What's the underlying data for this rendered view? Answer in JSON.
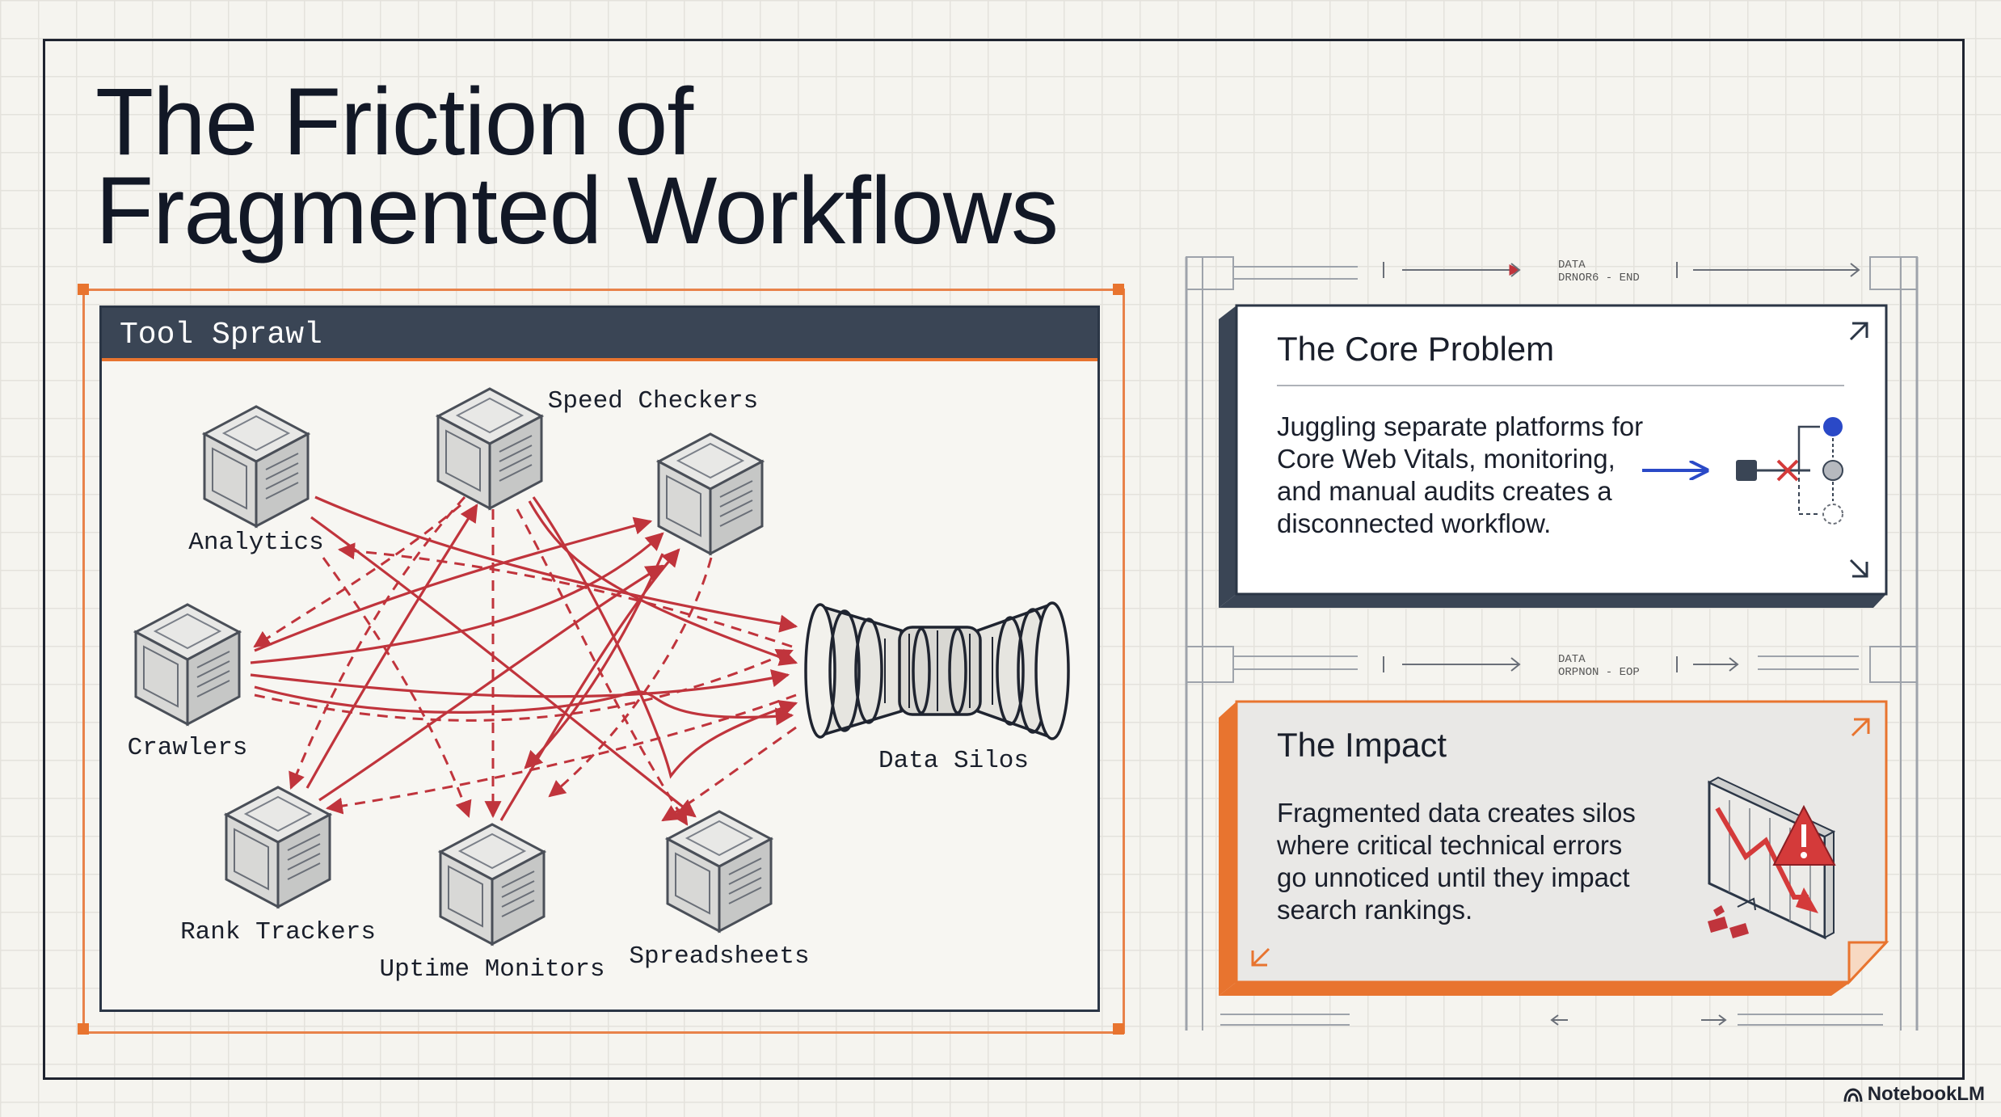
{
  "title": {
    "line1": "The Friction of",
    "line2": "Fragmented Workflows"
  },
  "tool_sprawl": {
    "header": "Tool Sprawl",
    "tools": [
      "Analytics",
      "Speed Checkers",
      "Crawlers",
      "Rank Trackers",
      "Uptime Monitors",
      "Spreadsheets"
    ],
    "destination": "Data Silos"
  },
  "core_problem": {
    "title": "The Core Problem",
    "lines": [
      "Juggling separate platforms for",
      "Core Web Vitals, monitoring,",
      "and manual audits creates a",
      "disconnected workflow."
    ]
  },
  "impact": {
    "title": "The Impact",
    "lines": [
      "Fragmented data creates silos",
      "where critical technical errors",
      "go unnoticed until they impact",
      "search rankings."
    ]
  },
  "ruler_labels": {
    "top": [
      "DATA",
      "DRNOR6 - END"
    ],
    "middle": [
      "DATA",
      "ORPNON - EOP"
    ]
  },
  "brand": "NotebookLM",
  "colors": {
    "accent_orange": "#e8742f",
    "arrow_red": "#c0343c",
    "panel_dark": "#3a4555",
    "flow_blue": "#2a49c7"
  }
}
